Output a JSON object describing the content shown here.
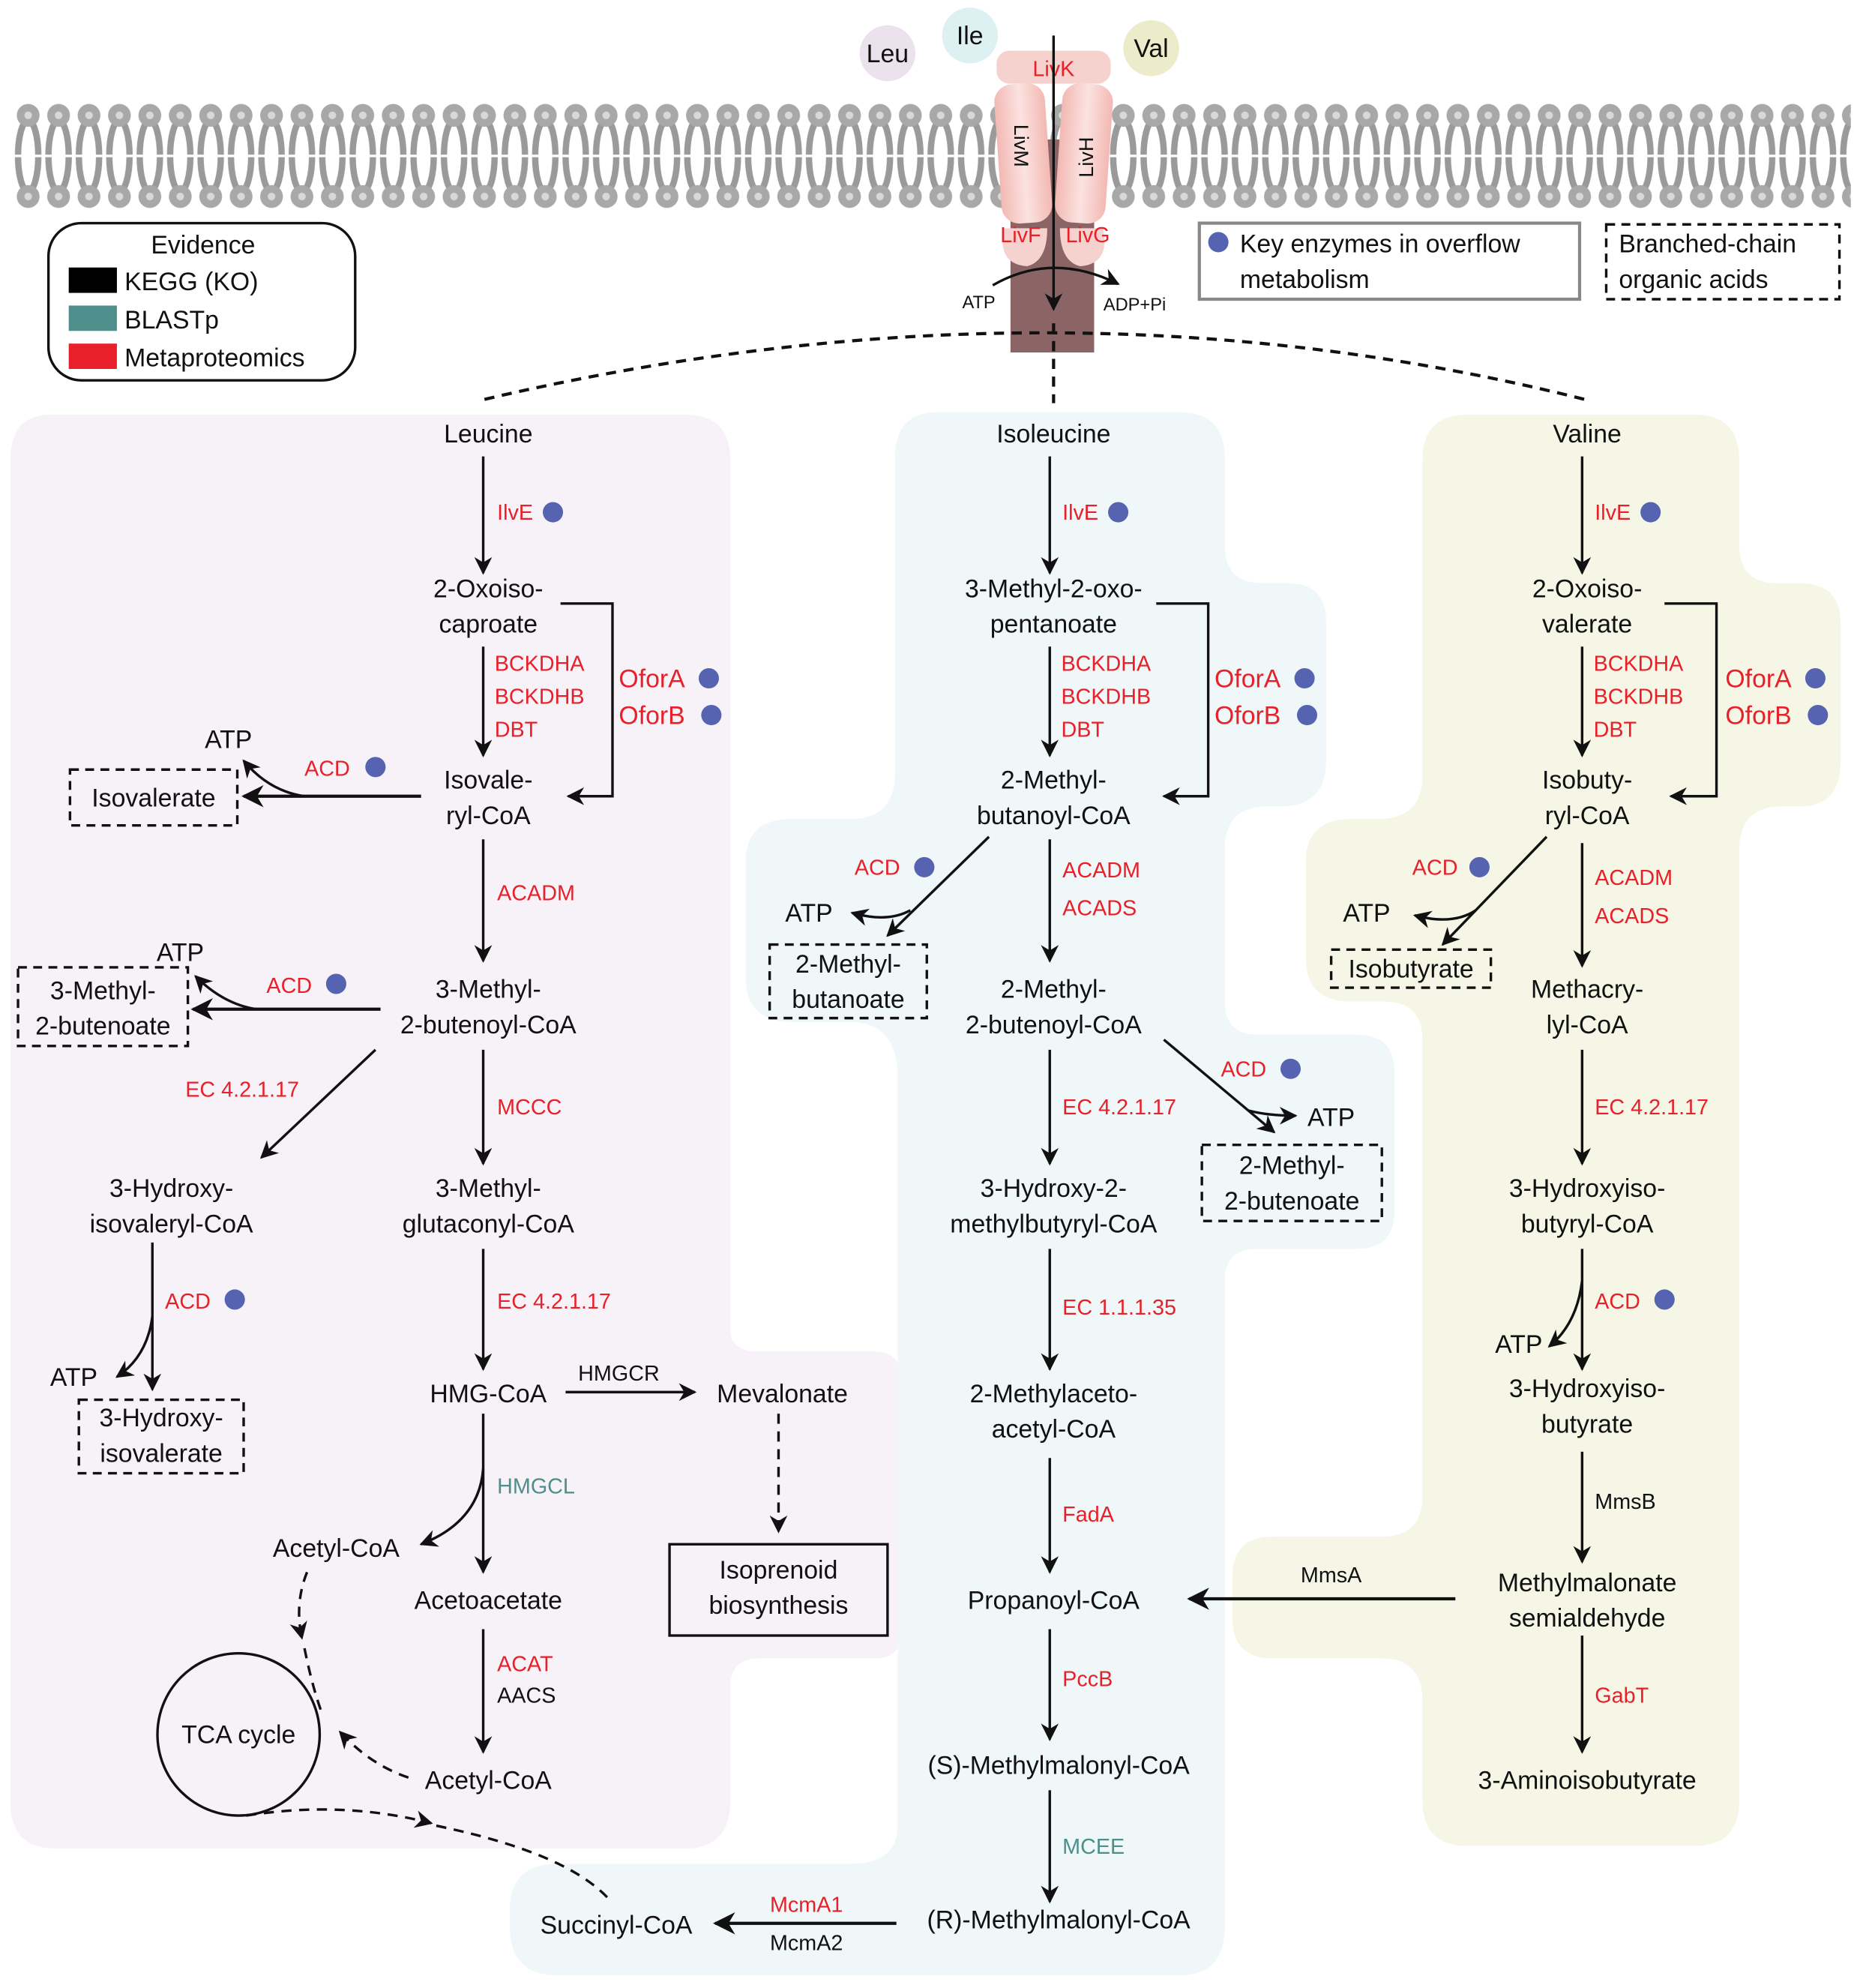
{
  "colors": {
    "kegg": "#000000",
    "blastp": "#4e8f8c",
    "metaproteomics": "#e8202a",
    "key_enzyme_dot": "#5563b0",
    "leucine_bg": "#f6f2f8",
    "isoleucine_bg": "#eff7f8",
    "valine_bg": "#f5f6e6"
  },
  "transporter": {
    "amino_acids": [
      "Leu",
      "Ile",
      "Val"
    ],
    "subunits": {
      "top": "LivK",
      "left": "LivM",
      "right": "LivH",
      "bottom_left": "LivF",
      "bottom_right": "LivG"
    },
    "atp": "ATP",
    "adp": "ADP+Pi"
  },
  "legend_evidence": {
    "title": "Evidence",
    "items": [
      {
        "label": "KEGG (KO)",
        "color": "#000000"
      },
      {
        "label": "BLASTp",
        "color": "#4e8f8c"
      },
      {
        "label": "Metaproteomics",
        "color": "#e8202a"
      }
    ]
  },
  "legend_key": {
    "line1": "Key enzymes in overflow",
    "line2": "metabolism"
  },
  "legend_acids": {
    "line1": "Branched-chain",
    "line2": "organic acids"
  },
  "leucine": {
    "title": "Leucine",
    "ilve": "IlvE",
    "m1": [
      "2-Oxoiso-",
      "caproate"
    ],
    "bck": [
      "BCKDHA",
      "BCKDHB",
      "DBT"
    ],
    "ofor": [
      "OforA",
      "OforB"
    ],
    "m2": [
      "Isovale-",
      "ryl-CoA"
    ],
    "acd1": "ACD",
    "atp1": "ATP",
    "acid1": "Isovalerate",
    "acadm": "ACADM",
    "m3": [
      "3-Methyl-",
      "2-butenoyl-CoA"
    ],
    "acd2": "ACD",
    "atp2": "ATP",
    "acid2": [
      "3-Methyl-",
      "2-butenoate"
    ],
    "ec1": "EC 4.2.1.17",
    "mccc": "MCCC",
    "m4": [
      "3-Hydroxy-",
      "isovaleryl-CoA"
    ],
    "m5": [
      "3-Methyl-",
      "glutaconyl-CoA"
    ],
    "acd3": "ACD",
    "atp3": "ATP",
    "acid3": [
      "3-Hydroxy-",
      "isovalerate"
    ],
    "ec2": "EC 4.2.1.17",
    "hmg": "HMG-CoA",
    "hmgcr": "HMGCR",
    "mevalonate": "Mevalonate",
    "isoprenoid": [
      "Isoprenoid",
      "biosynthesis"
    ],
    "hmgcl": "HMGCL",
    "acetyl1": "Acetyl-CoA",
    "acetoacetate": "Acetoacetate",
    "acat": "ACAT",
    "aacs": "AACS",
    "acetyl2": "Acetyl-CoA",
    "tca": "TCA cycle"
  },
  "isoleucine": {
    "title": "Isoleucine",
    "ilve": "IlvE",
    "m1": [
      "3-Methyl-2-oxo-",
      "pentanoate"
    ],
    "bck": [
      "BCKDHA",
      "BCKDHB",
      "DBT"
    ],
    "ofor": [
      "OforA",
      "OforB"
    ],
    "m2": [
      "2-Methyl-",
      "butanoyl-CoA"
    ],
    "acd1": "ACD",
    "atp1": "ATP",
    "acid1": [
      "2-Methyl-",
      "butanoate"
    ],
    "acadm": "ACADM",
    "acads": "ACADS",
    "m3": [
      "2-Methyl-",
      "2-butenoyl-CoA"
    ],
    "acd2": "ACD",
    "atp2": "ATP",
    "acid2": [
      "2-Methyl-",
      "2-butenoate"
    ],
    "ec1": "EC 4.2.1.17",
    "m4": [
      "3-Hydroxy-2-",
      "methylbutyryl-CoA"
    ],
    "ec2": "EC 1.1.1.35",
    "m5": [
      "2-Methylaceto-",
      "acetyl-CoA"
    ],
    "fada": "FadA",
    "m6": "Propanoyl-CoA",
    "pccb": "PccB",
    "m7": "(S)-Methylmalonyl-CoA",
    "mcee": "MCEE",
    "m8": "(R)-Methylmalonyl-CoA",
    "mcma1": "McmA1",
    "mcma2": "McmA2",
    "succinyl": "Succinyl-CoA"
  },
  "valine": {
    "title": "Valine",
    "ilve": "IlvE",
    "m1": [
      "2-Oxoiso-",
      "valerate"
    ],
    "bck": [
      "BCKDHA",
      "BCKDHB",
      "DBT"
    ],
    "ofor": [
      "OforA",
      "OforB"
    ],
    "m2": [
      "Isobuty-",
      "ryl-CoA"
    ],
    "acd1": "ACD",
    "atp1": "ATP",
    "acid1": "Isobutyrate",
    "acadm": "ACADM",
    "acads": "ACADS",
    "m3": [
      "Methacry-",
      "lyl-CoA"
    ],
    "ec1": "EC 4.2.1.17",
    "m4": [
      "3-Hydroxyiso-",
      "butyryl-CoA"
    ],
    "acd2": "ACD",
    "atp2": "ATP",
    "m5": [
      "3-Hydroxyiso-",
      "butyrate"
    ],
    "mmsb": "MmsB",
    "m6": [
      "Methylmalonate",
      "semialdehyde"
    ],
    "mmsa": "MmsA",
    "gabt": "GabT",
    "m7": "3-Aminoisobutyrate"
  }
}
